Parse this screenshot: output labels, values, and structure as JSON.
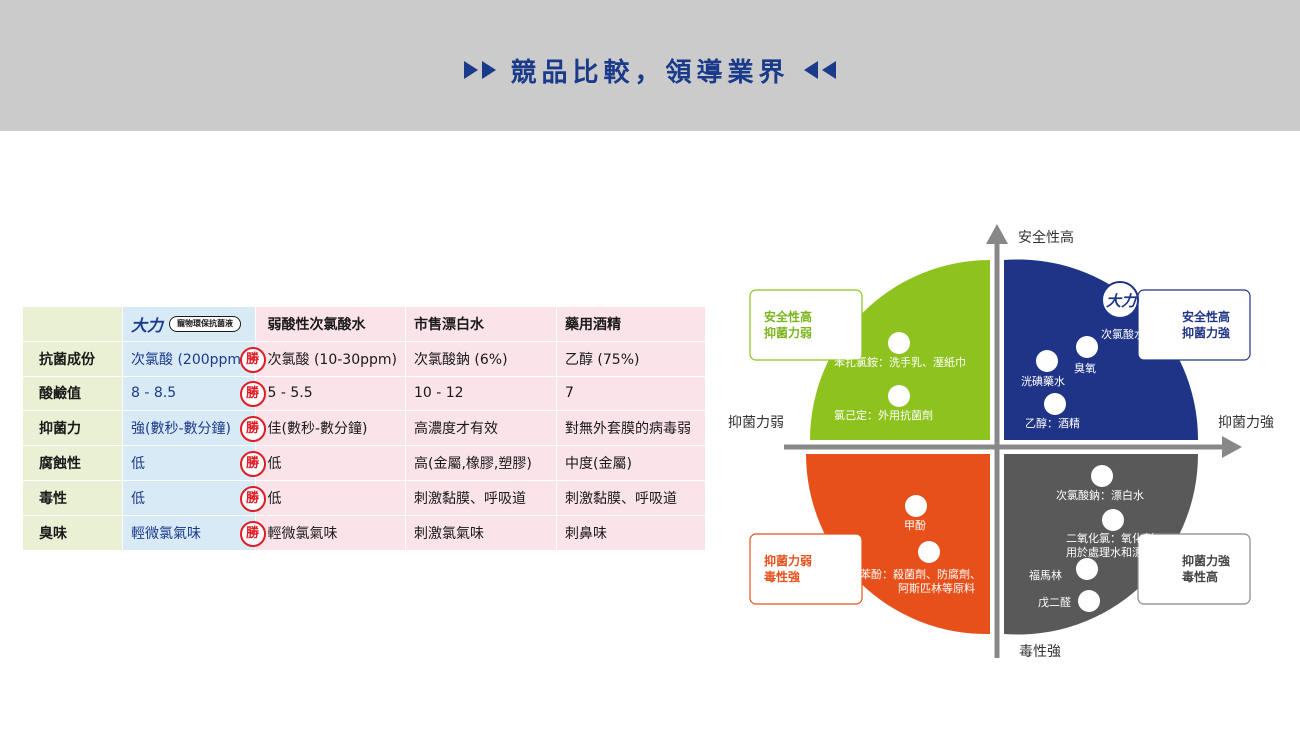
{
  "header": {
    "title": "競品比較，領導業界"
  },
  "table": {
    "logo_text": "大力",
    "bone_text": "寵物環保抗菌液",
    "win_mark": "勝",
    "columns": [
      "弱酸性次氯酸水",
      "市售漂白水",
      "藥用酒精"
    ],
    "rows": [
      {
        "label": "抗菌成份",
        "brand": "次氯酸 (200ppm)",
        "weak": "次氯酸 (10-30ppm)",
        "bleach": "次氯酸鈉 (6%)",
        "alcohol": "乙醇 (75%)"
      },
      {
        "label": "酸鹼值",
        "brand": "8 - 8.5",
        "weak": "5 - 5.5",
        "bleach": "10 - 12",
        "alcohol": "7"
      },
      {
        "label": "抑菌力",
        "brand": "強(數秒-數分鐘)",
        "weak": "佳(數秒-數分鐘)",
        "bleach": "高濃度才有效",
        "alcohol": "對無外套膜的病毒弱"
      },
      {
        "label": "腐蝕性",
        "brand": "低",
        "weak": "低",
        "bleach": "高(金屬,橡膠,塑膠)",
        "alcohol": "中度(金屬)"
      },
      {
        "label": "毒性",
        "brand": "低",
        "weak": "低",
        "bleach": "刺激黏膜、呼吸道",
        "alcohol": "刺激黏膜、呼吸道"
      },
      {
        "label": "臭味",
        "brand": "輕微氯氣味",
        "weak": "輕微氯氣味",
        "bleach": "刺激氯氣味",
        "alcohol": "刺鼻味"
      }
    ]
  },
  "quadrant": {
    "axis_top": "安全性高",
    "axis_bottom": "毒性強",
    "axis_left": "抑菌力弱",
    "axis_right": "抑菌力強",
    "colors": {
      "green": "#8dc21f",
      "blue": "#1f3486",
      "orange": "#e8501b",
      "gray": "#5a595a",
      "axis": "#888888"
    },
    "boxes": {
      "top_left": [
        "安全性高",
        "抑菌力弱"
      ],
      "top_right": [
        "安全性高",
        "抑菌力強"
      ],
      "bottom_left": [
        "抑菌力弱",
        "毒性強"
      ],
      "bottom_right": [
        "抑菌力強",
        "毒性高"
      ]
    },
    "logo_text": "大力",
    "items": {
      "tl1": "苯扎氯銨：洗手乳、溼紙巾",
      "tl2": "氯己定：外用抗菌劑",
      "tr_logo": "次氯酸水",
      "tr1": "臭氧",
      "tr2": "洸碘藥水",
      "tr3": "乙醇：酒精",
      "bl1": "甲酚",
      "bl2a": "苯酚：殺菌劑、防腐劑、",
      "bl2b": "阿斯匹林等原料",
      "br1": "次氯酸鈉：漂白水",
      "br2a": "二氧化氯：氧化劑，",
      "br2b": "用於處理水和漂白",
      "br3": "福馬林",
      "br4": "戊二醛"
    }
  }
}
